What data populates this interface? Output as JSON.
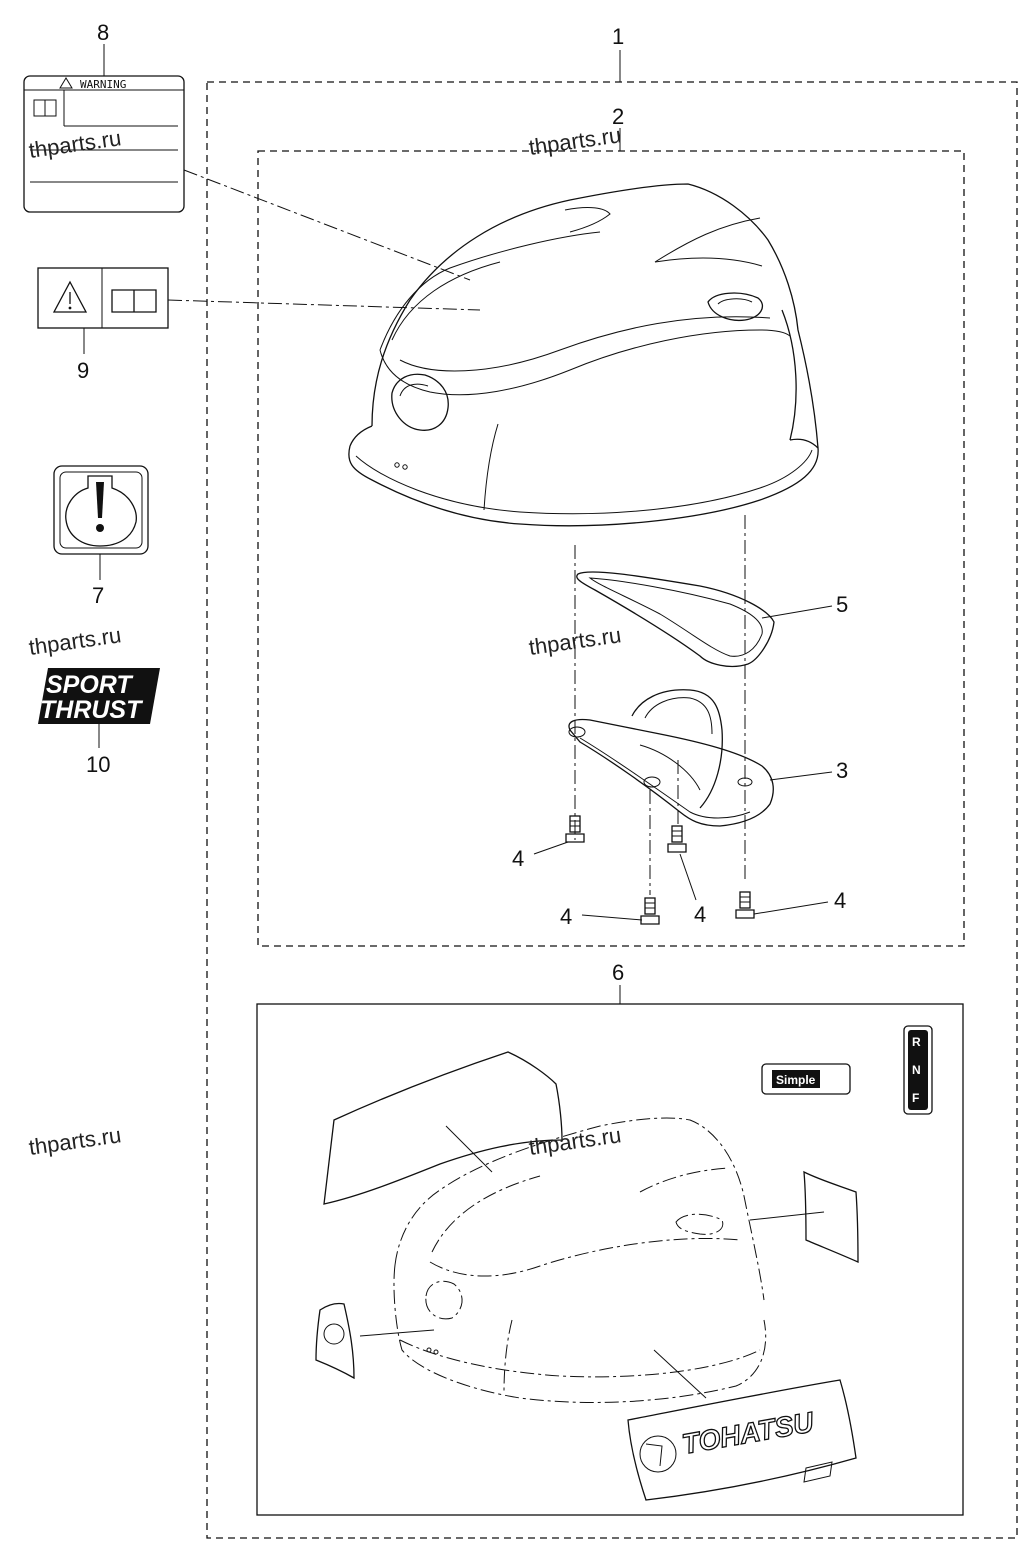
{
  "parts": {
    "p1": "1",
    "p2": "2",
    "p3": "3",
    "p4a": "4",
    "p4b": "4",
    "p4c": "4",
    "p4d": "4",
    "p5": "5",
    "p6": "6",
    "p7": "7",
    "p8": "8",
    "p9": "9",
    "p10": "10"
  },
  "warning_label": {
    "title": "WARNING"
  },
  "sport_thrust_decal": {
    "line1": "SPORT",
    "line2": "THRUST"
  },
  "brand_decal": {
    "text": "TOHATSU"
  },
  "simple_decal": {
    "text": "Simple"
  },
  "shift_decal": {
    "r": "R",
    "n": "N",
    "f": "F"
  },
  "watermark": {
    "w1": "thparts.ru",
    "w2": "thparts.ru",
    "w3": "thparts.ru",
    "w4": "thparts.ru",
    "w5": "thparts.ru",
    "w6": "thparts.ru"
  },
  "colors": {
    "ink": "#111111",
    "paper": "#ffffff"
  }
}
